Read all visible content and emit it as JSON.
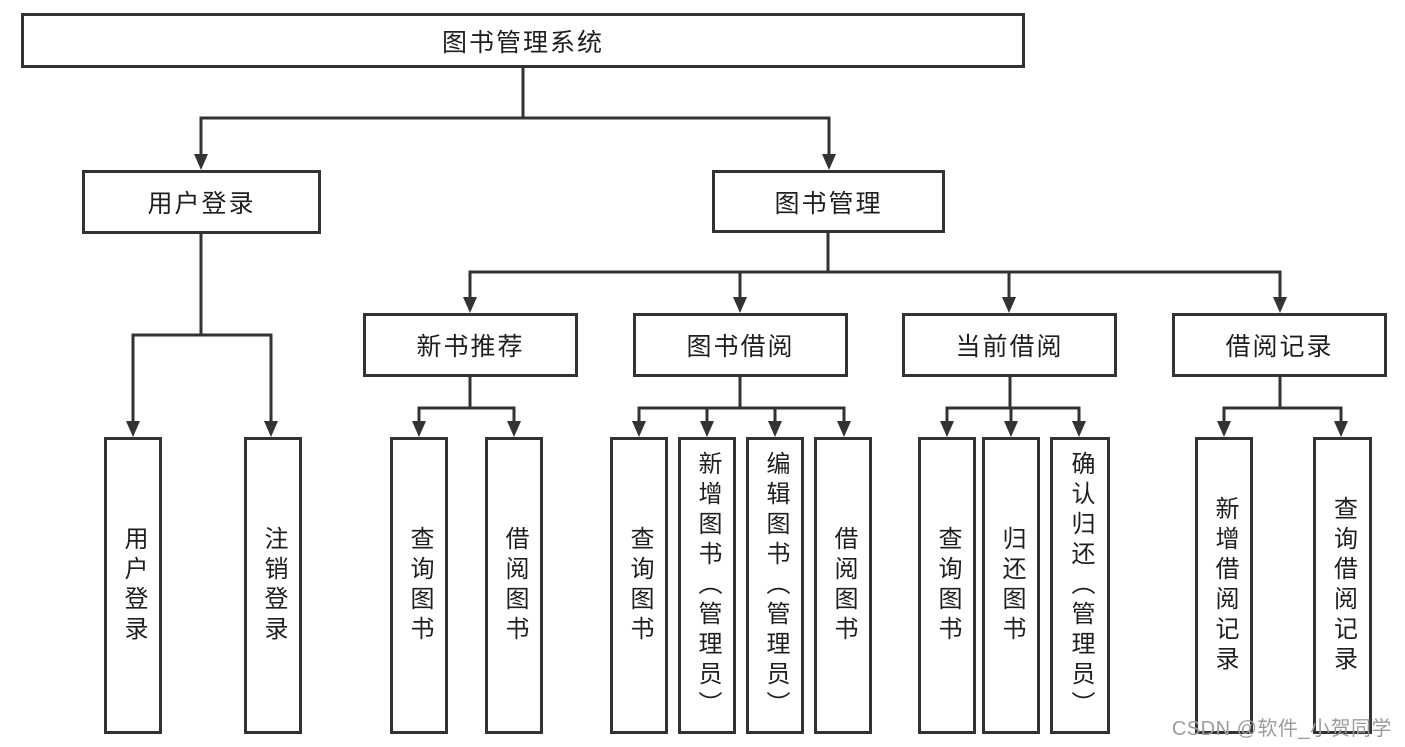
{
  "diagram": {
    "type": "hierarchy-tree",
    "tree": {
      "root": {
        "label": "图书管理系统"
      },
      "branches": [
        {
          "label": "用户登录",
          "children": [
            {
              "label": "用户登录"
            },
            {
              "label": "注销登录"
            }
          ]
        },
        {
          "label": "图书管理",
          "children": [
            {
              "label": "新书推荐",
              "children": [
                {
                  "label": "查询图书"
                },
                {
                  "label": "借阅图书"
                }
              ]
            },
            {
              "label": "图书借阅",
              "children": [
                {
                  "label": "查询图书"
                },
                {
                  "label": "新增图书（管理员）"
                },
                {
                  "label": "编辑图书（管理员）"
                },
                {
                  "label": "借阅图书"
                }
              ]
            },
            {
              "label": "当前借阅",
              "children": [
                {
                  "label": "查询图书"
                },
                {
                  "label": "归还图书"
                },
                {
                  "label": "确认归还（管理员）"
                }
              ]
            },
            {
              "label": "借阅记录",
              "children": [
                {
                  "label": "新增借阅记录"
                },
                {
                  "label": "查询借阅记录"
                }
              ]
            }
          ]
        }
      ]
    },
    "colors": {
      "line": "#333333",
      "text": "#1f1f1f",
      "box_fill": "#ffffff",
      "watermark": "#9c9c9c"
    }
  },
  "watermark": {
    "text": "CSDN @软件_小贺同学"
  }
}
